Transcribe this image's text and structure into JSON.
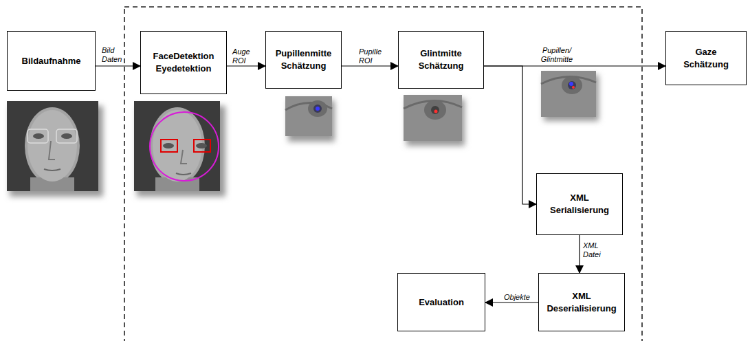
{
  "diagram": {
    "nodes": [
      {
        "text": [
          "Bildaufnahme"
        ]
      },
      {
        "text": [
          "FaceDetektion Eyedetektion"
        ]
      },
      {
        "text": [
          "Pupillenmitte Schätzung"
        ]
      },
      {
        "text": [
          "Glintmitte Schätzung"
        ]
      },
      {
        "text": [
          "Gaze Schätzung"
        ]
      },
      {
        "text": [
          "XML Serialisierung"
        ]
      },
      {
        "text": [
          "XML Deserialisierung"
        ]
      },
      {
        "text": [
          "Evaluation"
        ]
      }
    ],
    "edges": [
      {
        "from": 0,
        "to": 1,
        "label": "Bild Daten",
        "arrow": "to"
      },
      {
        "from": 1,
        "to": 2,
        "label": "Auge ROI",
        "arrow": "to"
      },
      {
        "from": 2,
        "to": 3,
        "label": "Pupille ROI",
        "arrow": "to"
      },
      {
        "from": 3,
        "to": 4,
        "label": "Pupillen/ Glintmitte",
        "arrow": "to"
      },
      {
        "from": 3,
        "to": 5,
        "arrow": "to"
      },
      {
        "from": 5,
        "to": 6,
        "label": "XML Datei",
        "arrow": "to"
      },
      {
        "from": 6,
        "to": 7,
        "label": "Objekte",
        "arrow": "to"
      }
    ]
  }
}
